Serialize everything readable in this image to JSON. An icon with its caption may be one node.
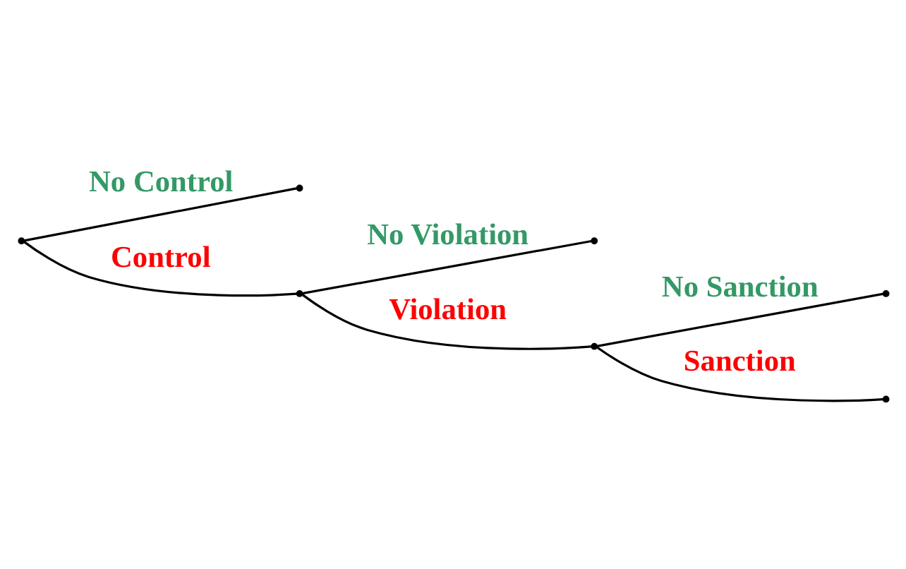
{
  "diagram": {
    "nodes": [
      {
        "text": [],
        "shape": "point"
      },
      {
        "text": [],
        "shape": "point"
      },
      {
        "text": [],
        "shape": "point"
      },
      {
        "text": [],
        "shape": "point"
      },
      {
        "text": [],
        "shape": "point"
      },
      {
        "text": [],
        "shape": "point"
      },
      {
        "text": [],
        "shape": "point"
      }
    ],
    "edges": [
      {
        "from": 0,
        "to": 1,
        "arrow": "none",
        "label": "No Control"
      },
      {
        "from": 0,
        "to": 2,
        "arrow": "none",
        "label": "Control"
      },
      {
        "from": 2,
        "to": 3,
        "arrow": "none",
        "label": "No Violation"
      },
      {
        "from": 2,
        "to": 4,
        "arrow": "none",
        "label": "Violation"
      },
      {
        "from": 4,
        "to": 5,
        "arrow": "none",
        "label": "No Sanction"
      },
      {
        "from": 4,
        "to": 6,
        "arrow": "none",
        "label": "Sanction"
      }
    ]
  }
}
